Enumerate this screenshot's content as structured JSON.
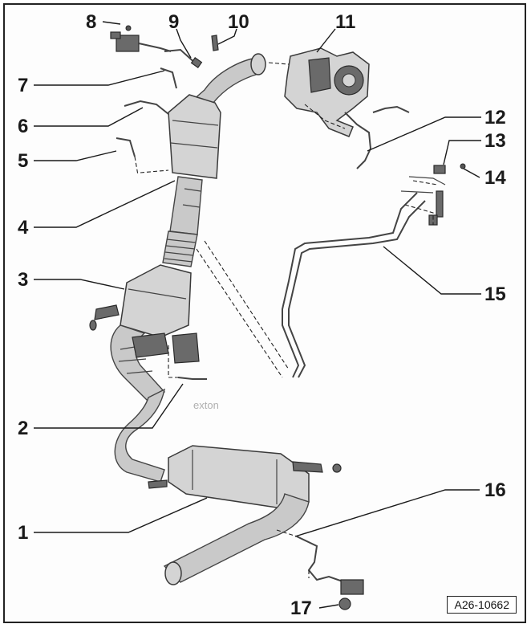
{
  "figure_code": "A26-10662",
  "watermark": "exton",
  "callouts": [
    {
      "id": "c1",
      "label": "1"
    },
    {
      "id": "c2",
      "label": "2"
    },
    {
      "id": "c3",
      "label": "3"
    },
    {
      "id": "c4",
      "label": "4"
    },
    {
      "id": "c5",
      "label": "5"
    },
    {
      "id": "c6",
      "label": "6"
    },
    {
      "id": "c7",
      "label": "7"
    },
    {
      "id": "c8",
      "label": "8"
    },
    {
      "id": "c9",
      "label": "9"
    },
    {
      "id": "c10",
      "label": "10"
    },
    {
      "id": "c11",
      "label": "11"
    },
    {
      "id": "c12",
      "label": "12"
    },
    {
      "id": "c13",
      "label": "13"
    },
    {
      "id": "c14",
      "label": "14"
    },
    {
      "id": "c15",
      "label": "15"
    },
    {
      "id": "c16",
      "label": "16"
    },
    {
      "id": "c17",
      "label": "17"
    }
  ]
}
